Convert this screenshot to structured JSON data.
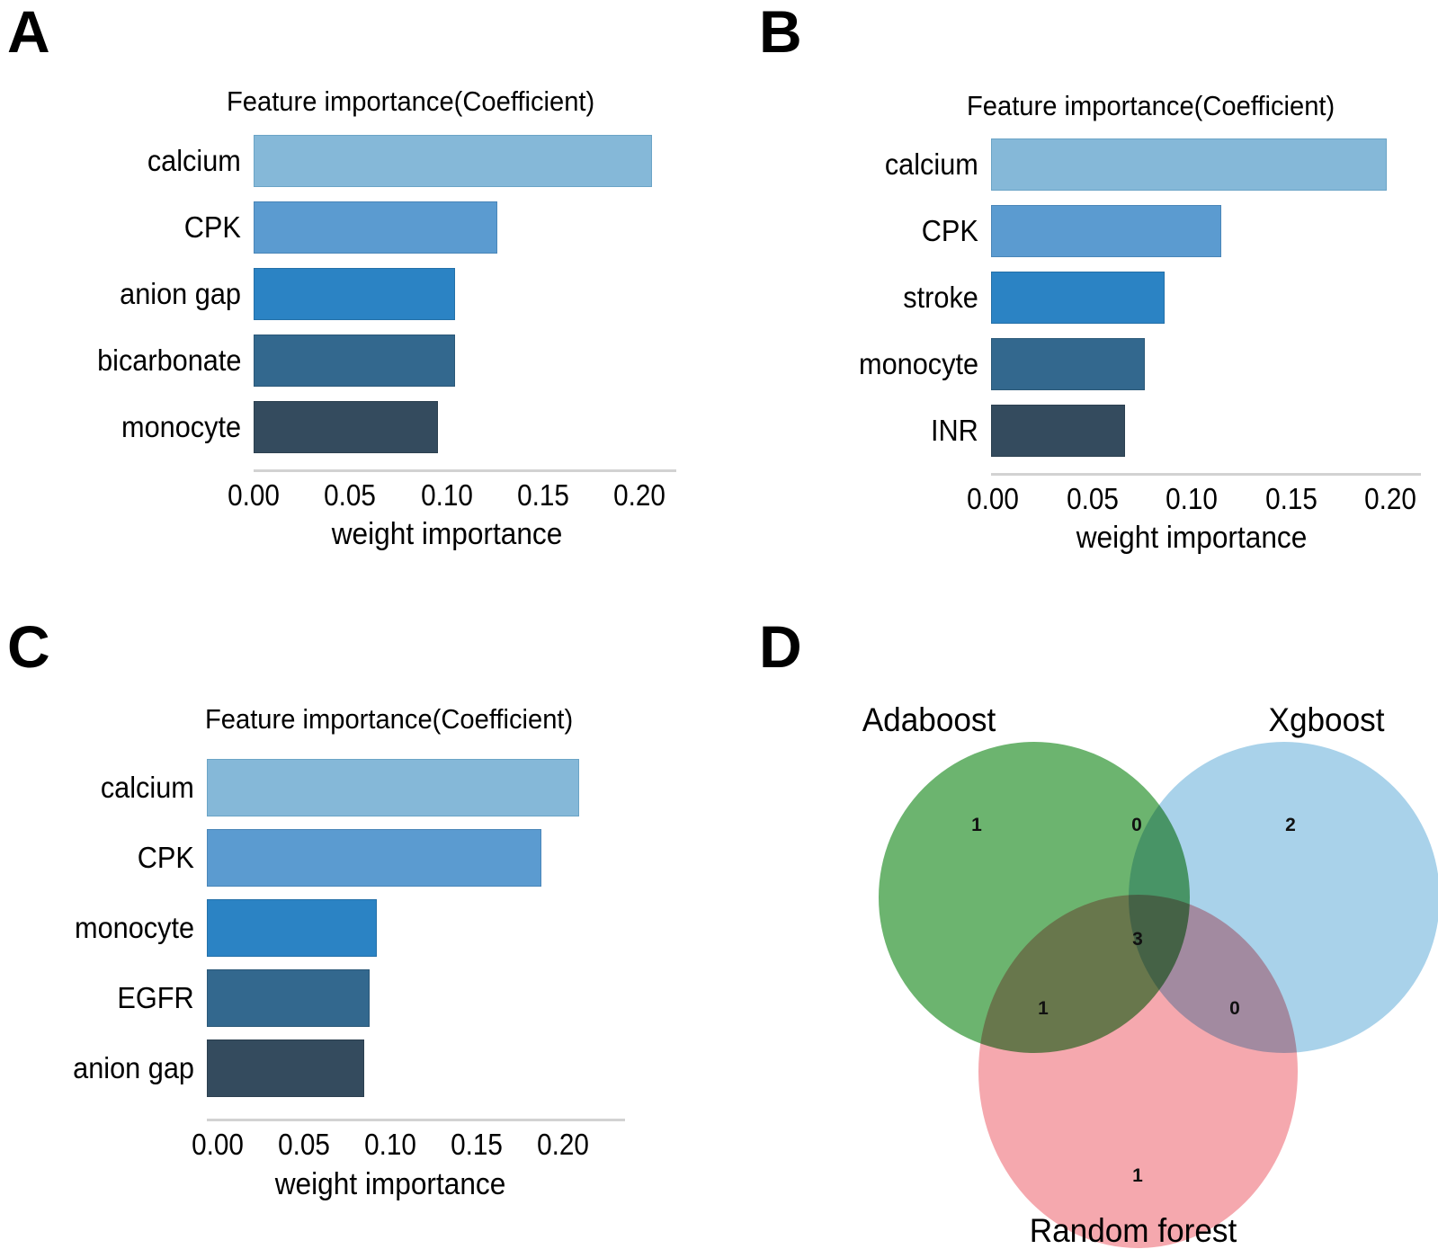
{
  "figure": {
    "panels": [
      {
        "letter": "A"
      },
      {
        "letter": "B"
      },
      {
        "letter": "C"
      },
      {
        "letter": "D"
      }
    ]
  },
  "chart_data": [
    {
      "panel": "A",
      "type": "bar",
      "orientation": "horizontal",
      "title": "Feature importance(Coefficient)",
      "xlabel": "weight importance",
      "ylabel": "",
      "categories": [
        "calcium",
        "CPK",
        "anion gap",
        "bicarbonate",
        "monocyte"
      ],
      "values": [
        0.206,
        0.126,
        0.104,
        0.104,
        0.095
      ],
      "xlim": [
        0.0,
        0.215
      ],
      "xticks": [
        0.0,
        0.05,
        0.1,
        0.15,
        0.2
      ],
      "xticklabels": [
        "0.00",
        "0.05",
        "0.10",
        "0.15",
        "0.20"
      ],
      "grid": false,
      "legend": "none",
      "colors": [
        "#85b8d8",
        "#5b9bd0",
        "#2b83c4",
        "#33688e",
        "#344b5e"
      ]
    },
    {
      "panel": "B",
      "type": "bar",
      "orientation": "horizontal",
      "title": "Feature importance(Coefficient)",
      "xlabel": "weight importance",
      "ylabel": "",
      "categories": [
        "calcium",
        "CPK",
        "stroke",
        "monocyte",
        "INR"
      ],
      "values": [
        0.198,
        0.115,
        0.087,
        0.077,
        0.067
      ],
      "xlim": [
        0.0,
        0.207
      ],
      "xticks": [
        0.0,
        0.05,
        0.1,
        0.15,
        0.2
      ],
      "xticklabels": [
        "0.00",
        "0.05",
        "0.10",
        "0.15",
        "0.20"
      ],
      "grid": false,
      "legend": "none",
      "colors": [
        "#85b8d8",
        "#5b9bd0",
        "#2b83c4",
        "#33688e",
        "#344b5e"
      ]
    },
    {
      "panel": "C",
      "type": "bar",
      "orientation": "horizontal",
      "title": "Feature importance(Coefficient)",
      "xlabel": "weight importance",
      "ylabel": "",
      "categories": [
        "calcium",
        "CPK",
        "monocyte",
        "EGFR",
        "anion gap"
      ],
      "values": [
        0.215,
        0.193,
        0.098,
        0.094,
        0.091
      ],
      "xlim": [
        0.0,
        0.225
      ],
      "xticks": [
        0.0,
        0.05,
        0.1,
        0.15,
        0.2
      ],
      "xticklabels": [
        "0.00",
        "0.05",
        "0.10",
        "0.15",
        "0.20"
      ],
      "grid": false,
      "legend": "none",
      "colors": [
        "#85b8d8",
        "#5b9bd0",
        "#2b83c4",
        "#33688e",
        "#344b5e"
      ]
    },
    {
      "panel": "D",
      "type": "venn",
      "title": "",
      "sets": [
        {
          "name": "Adaboost",
          "color": "#6cb46f"
        },
        {
          "name": "Xgboost",
          "color": "#a9d2ea"
        },
        {
          "name": "Random forest",
          "color": "#f5a8ae"
        }
      ],
      "regions": [
        {
          "id": "adaboost-only",
          "label": "Adaboost only",
          "value": 1
        },
        {
          "id": "xgboost-only",
          "label": "Xgboost only",
          "value": 2
        },
        {
          "id": "random-forest-only",
          "label": "Random forest only",
          "value": 1
        },
        {
          "id": "adaboost-xgboost",
          "label": "Adaboost & Xgboost",
          "value": 0
        },
        {
          "id": "adaboost-randomforest",
          "label": "Adaboost & Random forest",
          "value": 1
        },
        {
          "id": "xgboost-randomforest",
          "label": "Xgboost & Random forest",
          "value": 0
        },
        {
          "id": "all-three",
          "label": "All three",
          "value": 3
        }
      ]
    }
  ]
}
